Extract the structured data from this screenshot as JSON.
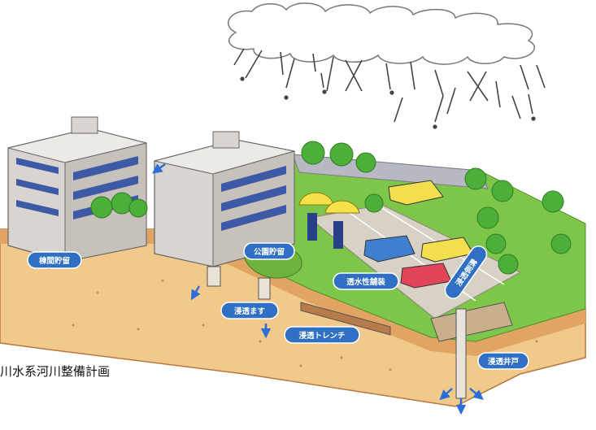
{
  "labels": {
    "building_storage": "棟間貯留",
    "park_storage": "公園貯留",
    "infiltration_basin": "浸透ます",
    "permeable_pavement": "透水性舗装",
    "infiltration_trench": "浸透トレンチ",
    "infiltration_gutter": "浸透側溝",
    "infiltration_well": "浸透井戸"
  },
  "caption": "川水系河川整備計画",
  "colors": {
    "label_fill": "#2f6fc4",
    "arrow": "#2b6fd6",
    "soil": "#f1c98a",
    "soil_dark": "#d9944e",
    "grass": "#7ec64a",
    "pavement": "#d7d1c6",
    "building": "#d9d4cf",
    "window": "#3d5aa6"
  },
  "icons": [
    "cloud-icon",
    "rain-icon",
    "tree-icon",
    "building-icon",
    "car-icon",
    "umbrella-icon",
    "arrow-down-icon"
  ]
}
